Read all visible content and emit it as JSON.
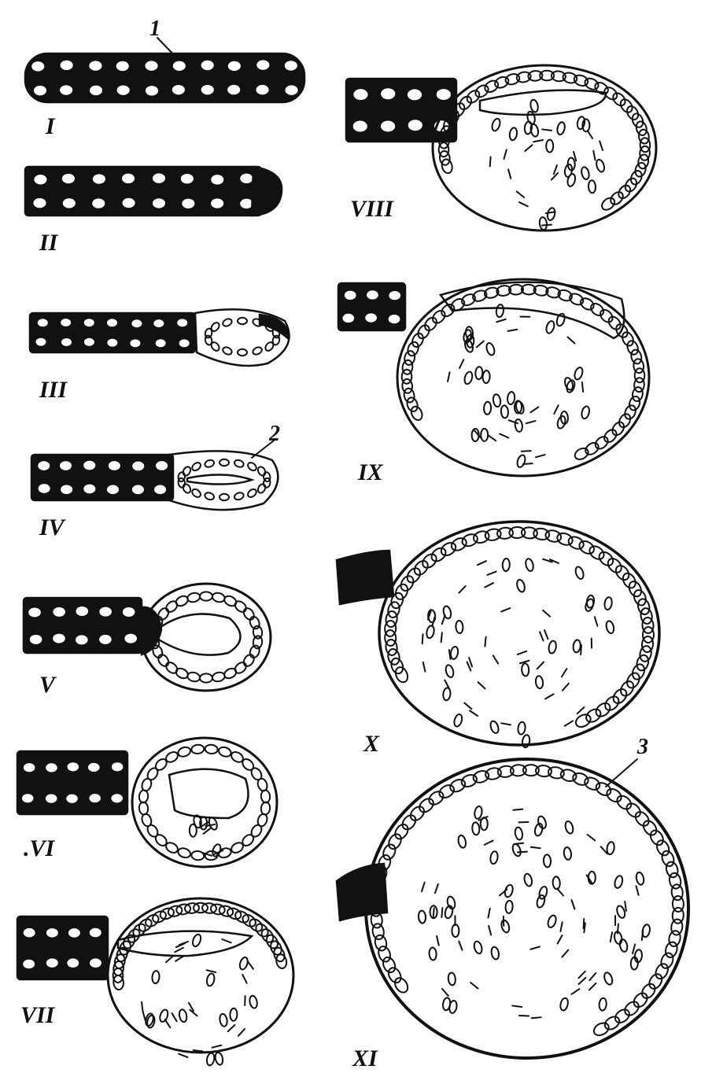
{
  "stages": [
    {
      "id": "I",
      "label": "I"
    },
    {
      "id": "II",
      "label": "II"
    },
    {
      "id": "III",
      "label": "III"
    },
    {
      "id": "IV",
      "label": "IV"
    },
    {
      "id": "V",
      "label": "V"
    },
    {
      "id": "VI",
      "label": ".VI"
    },
    {
      "id": "VII",
      "label": "VII"
    },
    {
      "id": "VIII",
      "label": "VIII"
    },
    {
      "id": "IX",
      "label": "IX"
    },
    {
      "id": "X",
      "label": "X"
    },
    {
      "id": "XI",
      "label": "XI"
    }
  ],
  "callouts": [
    {
      "id": "1",
      "label": "1"
    },
    {
      "id": "2",
      "label": "2"
    },
    {
      "id": "3",
      "label": "3"
    }
  ],
  "colors": {
    "ink": "#111111",
    "paper": "#ffffff"
  }
}
